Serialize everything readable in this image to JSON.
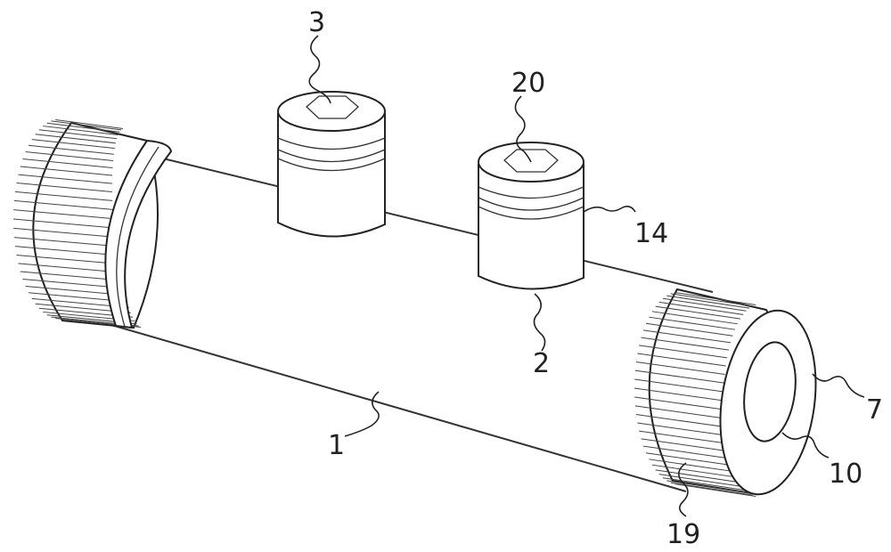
{
  "figure": {
    "reference_labels": {
      "tube": "1",
      "plug_right": "2",
      "plug_left": "3",
      "end_cap_face": "7",
      "end_cap_bore": "10",
      "seal_ring": "14",
      "knurled_cap": "19",
      "hex_socket": "20"
    }
  }
}
